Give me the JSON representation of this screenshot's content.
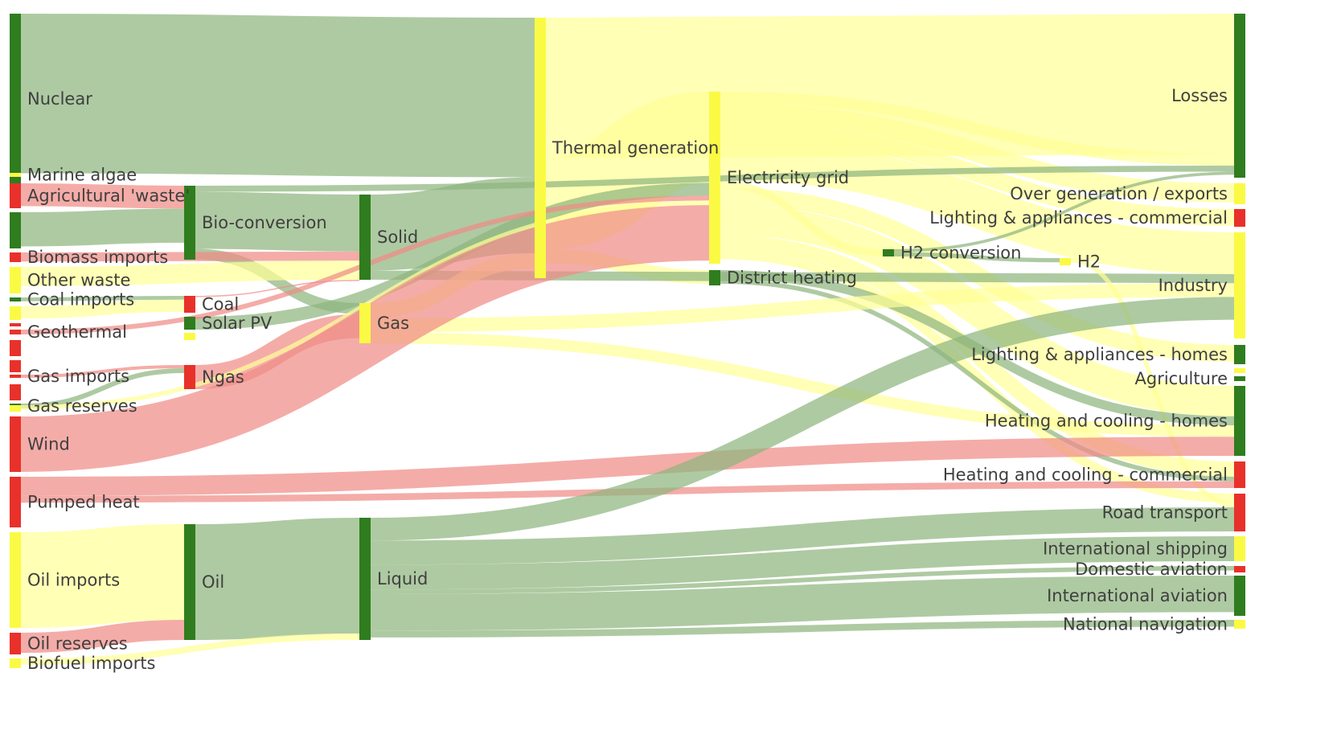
{
  "colors": {
    "green": "#2f7d1f",
    "red": "#e8312a",
    "yellow": "#fafa44",
    "link_green": "#8fb67e",
    "link_red": "#f08c86",
    "link_yellow": "#ffff99"
  },
  "nodes": [
    {
      "id": "nuclear",
      "label": "Nuclear",
      "color": "green"
    },
    {
      "id": "marine_algae",
      "label": "Marine algae",
      "color": "yellow"
    },
    {
      "id": "agri_waste",
      "label": "Agricultural 'waste'",
      "color": "red"
    },
    {
      "id": "other_bio",
      "label": "",
      "color": "green"
    },
    {
      "id": "biomass_imports",
      "label": "Biomass imports",
      "color": "red"
    },
    {
      "id": "other_waste",
      "label": "Other waste",
      "color": "yellow"
    },
    {
      "id": "coal_imports",
      "label": "Coal imports",
      "color": "green"
    },
    {
      "id": "coal_reserves",
      "label": "",
      "color": "yellow"
    },
    {
      "id": "geo_a",
      "label": "",
      "color": "red"
    },
    {
      "id": "geothermal",
      "label": "Geothermal",
      "color": "red"
    },
    {
      "id": "geo_c",
      "label": "",
      "color": "red"
    },
    {
      "id": "solar",
      "label": "",
      "color": "red"
    },
    {
      "id": "gas_imports",
      "label": "Gas imports",
      "color": "red"
    },
    {
      "id": "gi_b",
      "label": "",
      "color": "red"
    },
    {
      "id": "gas_reserves",
      "label": "Gas reserves",
      "color": "green"
    },
    {
      "id": "hydro",
      "label": "",
      "color": "yellow"
    },
    {
      "id": "wind",
      "label": "Wind",
      "color": "red"
    },
    {
      "id": "pumped_heat",
      "label": "Pumped heat",
      "color": "red"
    },
    {
      "id": "oil_imports",
      "label": "Oil imports",
      "color": "yellow"
    },
    {
      "id": "oil_reserves",
      "label": "Oil reserves",
      "color": "red"
    },
    {
      "id": "biofuel_imports",
      "label": "Biofuel imports",
      "color": "yellow"
    },
    {
      "id": "bio_conversion",
      "label": "Bio-conversion",
      "color": "green"
    },
    {
      "id": "coal",
      "label": "Coal",
      "color": "red"
    },
    {
      "id": "solar_pv",
      "label": "Solar PV",
      "color": "green"
    },
    {
      "id": "spv_small",
      "label": "",
      "color": "yellow"
    },
    {
      "id": "ngas",
      "label": "Ngas",
      "color": "red"
    },
    {
      "id": "oil",
      "label": "Oil",
      "color": "green"
    },
    {
      "id": "solid",
      "label": "Solid",
      "color": "green"
    },
    {
      "id": "gas",
      "label": "Gas",
      "color": "yellow"
    },
    {
      "id": "liquid",
      "label": "Liquid",
      "color": "green"
    },
    {
      "id": "thermal_generation",
      "label": "Thermal generation",
      "color": "yellow"
    },
    {
      "id": "electricity_grid",
      "label": "Electricity grid",
      "color": "yellow"
    },
    {
      "id": "district_heating",
      "label": "District heating",
      "color": "green"
    },
    {
      "id": "h2_conversion",
      "label": "H2 conversion",
      "color": "green"
    },
    {
      "id": "h2",
      "label": "H2",
      "color": "yellow"
    },
    {
      "id": "losses",
      "label": "Losses",
      "color": "green"
    },
    {
      "id": "over_generation",
      "label": "Over generation / exports",
      "color": "yellow"
    },
    {
      "id": "lighting_commercial",
      "label": "Lighting & appliances - commercial",
      "color": "red"
    },
    {
      "id": "industry",
      "label": "Industry",
      "color": "yellow"
    },
    {
      "id": "lighting_homes",
      "label": "Lighting & appliances - homes",
      "color": "green"
    },
    {
      "id": "agri_small",
      "label": "",
      "color": "yellow"
    },
    {
      "id": "agriculture",
      "label": "Agriculture",
      "color": "green"
    },
    {
      "id": "heating_homes",
      "label": "Heating and cooling - homes",
      "color": "green"
    },
    {
      "id": "heating_commercial",
      "label": "Heating and cooling - commercial",
      "color": "red"
    },
    {
      "id": "road_transport",
      "label": "Road transport",
      "color": "red"
    },
    {
      "id": "international_shipping",
      "label": "International shipping",
      "color": "yellow"
    },
    {
      "id": "domestic_aviation",
      "label": "Domestic aviation",
      "color": "red"
    },
    {
      "id": "international_aviation",
      "label": "International aviation",
      "color": "green"
    },
    {
      "id": "national_navigation",
      "label": "National navigation",
      "color": "yellow"
    }
  ],
  "links": [
    {
      "source": "nuclear",
      "target": "thermal_generation",
      "value": 210,
      "color": "link_green"
    },
    {
      "source": "agri_waste",
      "target": "bio_conversion",
      "value": 30,
      "color": "link_red"
    },
    {
      "source": "other_bio",
      "target": "bio_conversion",
      "value": 45,
      "color": "link_green"
    },
    {
      "source": "biomass_imports",
      "target": "solid",
      "value": 12,
      "color": "link_red"
    },
    {
      "source": "other_waste",
      "target": "solid",
      "value": 33,
      "color": "link_yellow"
    },
    {
      "source": "coal_imports",
      "target": "coal",
      "value": 5,
      "color": "link_green"
    },
    {
      "source": "coal_reserves",
      "target": "coal",
      "value": 16,
      "color": "link_yellow"
    },
    {
      "source": "geothermal",
      "target": "electricity_grid",
      "value": 9,
      "color": "link_red"
    },
    {
      "source": "gas_imports",
      "target": "ngas",
      "value": 15,
      "color": "link_red"
    },
    {
      "source": "gas_reserves",
      "target": "ngas",
      "value": 19,
      "color": "link_green"
    },
    {
      "source": "hydro",
      "target": "electricity_grid",
      "value": 6,
      "color": "link_yellow"
    },
    {
      "source": "wind",
      "target": "electricity_grid",
      "value": 75,
      "color": "link_red"
    },
    {
      "source": "pumped_heat",
      "target": "heating_homes",
      "value": 45,
      "color": "link_red"
    },
    {
      "source": "pumped_heat",
      "target": "heating_commercial",
      "value": 20,
      "color": "link_red"
    },
    {
      "source": "oil_imports",
      "target": "oil",
      "value": 128,
      "color": "link_yellow"
    },
    {
      "source": "oil_reserves",
      "target": "oil",
      "value": 27,
      "color": "link_red"
    },
    {
      "source": "biofuel_imports",
      "target": "liquid",
      "value": 10,
      "color": "link_yellow"
    },
    {
      "source": "bio_conversion",
      "target": "solid",
      "value": 75,
      "color": "link_green"
    },
    {
      "source": "bio_conversion",
      "target": "gas",
      "value": 20,
      "color": "link_green"
    },
    {
      "source": "bio_conversion",
      "target": "losses",
      "value": 8,
      "color": "link_green"
    },
    {
      "source": "coal",
      "target": "solid",
      "value": 21,
      "color": "link_red"
    },
    {
      "source": "solar_pv",
      "target": "electricity_grid",
      "value": 18,
      "color": "link_green"
    },
    {
      "source": "ngas",
      "target": "gas",
      "value": 34,
      "color": "link_red"
    },
    {
      "source": "oil",
      "target": "liquid",
      "value": 155,
      "color": "link_green"
    },
    {
      "source": "solid",
      "target": "thermal_generation",
      "value": 100,
      "color": "link_green"
    },
    {
      "source": "solid",
      "target": "industry",
      "value": 12,
      "color": "link_green"
    },
    {
      "source": "gas",
      "target": "thermal_generation",
      "value": 20,
      "color": "link_yellow"
    },
    {
      "source": "gas",
      "target": "industry",
      "value": 18,
      "color": "link_yellow"
    },
    {
      "source": "gas",
      "target": "heating_homes",
      "value": 16,
      "color": "link_yellow"
    },
    {
      "source": "liquid",
      "target": "industry",
      "value": 30,
      "color": "link_green"
    },
    {
      "source": "liquid",
      "target": "road_transport",
      "value": 33,
      "color": "link_green"
    },
    {
      "source": "liquid",
      "target": "international_shipping",
      "value": 34,
      "color": "link_green"
    },
    {
      "source": "liquid",
      "target": "domestic_aviation",
      "value": 6,
      "color": "link_green"
    },
    {
      "source": "liquid",
      "target": "international_aviation",
      "value": 48,
      "color": "link_green"
    },
    {
      "source": "liquid",
      "target": "national_navigation",
      "value": 9,
      "color": "link_green"
    },
    {
      "source": "thermal_generation",
      "target": "losses",
      "value": 185,
      "color": "link_yellow"
    },
    {
      "source": "thermal_generation",
      "target": "electricity_grid",
      "value": 120,
      "color": "link_yellow"
    },
    {
      "source": "thermal_generation",
      "target": "district_heating",
      "value": 18,
      "color": "link_yellow"
    },
    {
      "source": "electricity_grid",
      "target": "losses",
      "value": 15,
      "color": "link_yellow"
    },
    {
      "source": "electricity_grid",
      "target": "over_generation",
      "value": 25,
      "color": "link_yellow"
    },
    {
      "source": "electricity_grid",
      "target": "lighting_commercial",
      "value": 22,
      "color": "link_yellow"
    },
    {
      "source": "electricity_grid",
      "target": "industry",
      "value": 55,
      "color": "link_yellow"
    },
    {
      "source": "electricity_grid",
      "target": "lighting_homes",
      "value": 22,
      "color": "link_yellow"
    },
    {
      "source": "electricity_grid",
      "target": "heating_homes",
      "value": 40,
      "color": "link_yellow"
    },
    {
      "source": "electricity_grid",
      "target": "heating_commercial",
      "value": 20,
      "color": "link_yellow"
    },
    {
      "source": "electricity_grid",
      "target": "road_transport",
      "value": 12,
      "color": "link_yellow"
    },
    {
      "source": "electricity_grid",
      "target": "h2_conversion",
      "value": 10,
      "color": "link_yellow"
    },
    {
      "source": "district_heating",
      "target": "heating_homes",
      "value": 12,
      "color": "link_green"
    },
    {
      "source": "district_heating",
      "target": "heating_commercial",
      "value": 6,
      "color": "link_green"
    },
    {
      "source": "h2_conversion",
      "target": "h2",
      "value": 6,
      "color": "link_green"
    },
    {
      "source": "h2_conversion",
      "target": "losses",
      "value": 4,
      "color": "link_green"
    },
    {
      "source": "h2",
      "target": "road_transport",
      "value": 6,
      "color": "link_yellow"
    }
  ]
}
